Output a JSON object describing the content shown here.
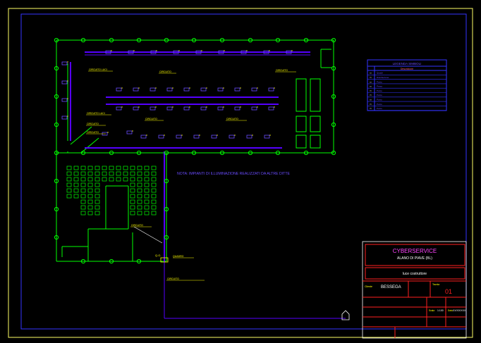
{
  "note": "NOTA: IMPIANTI DI ILLUMINAZIONE REALIZZATI DA ALTRE DITTE",
  "legend": {
    "title": "LEGENDA SIMBOLI",
    "header": "Descrizione",
    "rows": [
      "Quadri",
      "Distribuzione",
      "Punto",
      "Presa",
      "Punto",
      "Punto",
      "Punto",
      "Punto",
      "Punto"
    ]
  },
  "titleblock": {
    "company": "CYBERSERVICE",
    "place": "ALANO DI PIAVE (BL)",
    "project": "luce costruttore",
    "client_label": "Cliente",
    "client_name": "BESSEGA",
    "sheet_label": "Tavola",
    "sheet_no": "01",
    "scale_label": "Scala",
    "date_label": "Data",
    "ref1": "1:100",
    "ref2": "XX/XX/XXX"
  },
  "labels": {
    "quadro": "Q.G.",
    "distribution": "QUADRO"
  },
  "colors": {
    "background": "#000000",
    "wall": "#00ff00",
    "wiring": "#5500ff",
    "text_yellow": "#ffff00",
    "frame": "#ffff66",
    "border_blue": "#3333ff",
    "titleblock_red": "#ff2020",
    "titleblock_magenta": "#ff44ff"
  }
}
